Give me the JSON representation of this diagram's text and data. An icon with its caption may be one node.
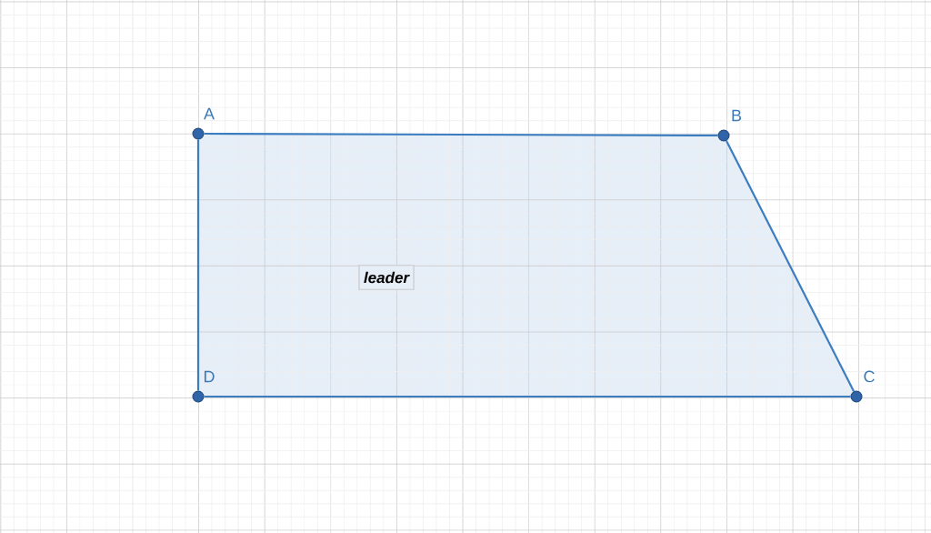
{
  "diagram": {
    "nodes": [
      {
        "text": [],
        "shape": "circle",
        "beside": [
          "A"
        ]
      },
      {
        "text": [],
        "shape": "circle",
        "beside": [
          "B"
        ]
      },
      {
        "text": [],
        "shape": "circle",
        "beside": [
          "C"
        ]
      },
      {
        "text": [],
        "shape": "circle",
        "beside": [
          "D"
        ]
      },
      {
        "text": [
          "leader"
        ]
      }
    ],
    "edges": [
      {
        "from": 0,
        "to": 1,
        "arrow": "none"
      },
      {
        "from": 1,
        "to": 2,
        "arrow": "none"
      },
      {
        "from": 2,
        "to": 3,
        "arrow": "none"
      },
      {
        "from": 3,
        "to": 0,
        "arrow": "none"
      }
    ]
  }
}
